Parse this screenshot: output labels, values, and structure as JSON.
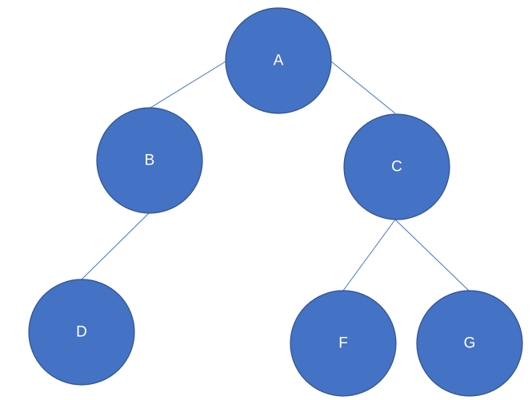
{
  "diagram": {
    "type": "binary-tree",
    "colors": {
      "node_fill": "#4472c4",
      "node_stroke": "#2f528f",
      "edge": "#4472c4",
      "label": "#ffffff"
    },
    "nodes": [
      {
        "id": "A",
        "label": "A"
      },
      {
        "id": "B",
        "label": "B"
      },
      {
        "id": "C",
        "label": "C"
      },
      {
        "id": "D",
        "label": "D"
      },
      {
        "id": "F",
        "label": "F"
      },
      {
        "id": "G",
        "label": "G"
      }
    ],
    "edges": [
      {
        "from": "A",
        "to": "B"
      },
      {
        "from": "A",
        "to": "C"
      },
      {
        "from": "B",
        "to": "D"
      },
      {
        "from": "C",
        "to": "F"
      },
      {
        "from": "C",
        "to": "G"
      }
    ]
  }
}
